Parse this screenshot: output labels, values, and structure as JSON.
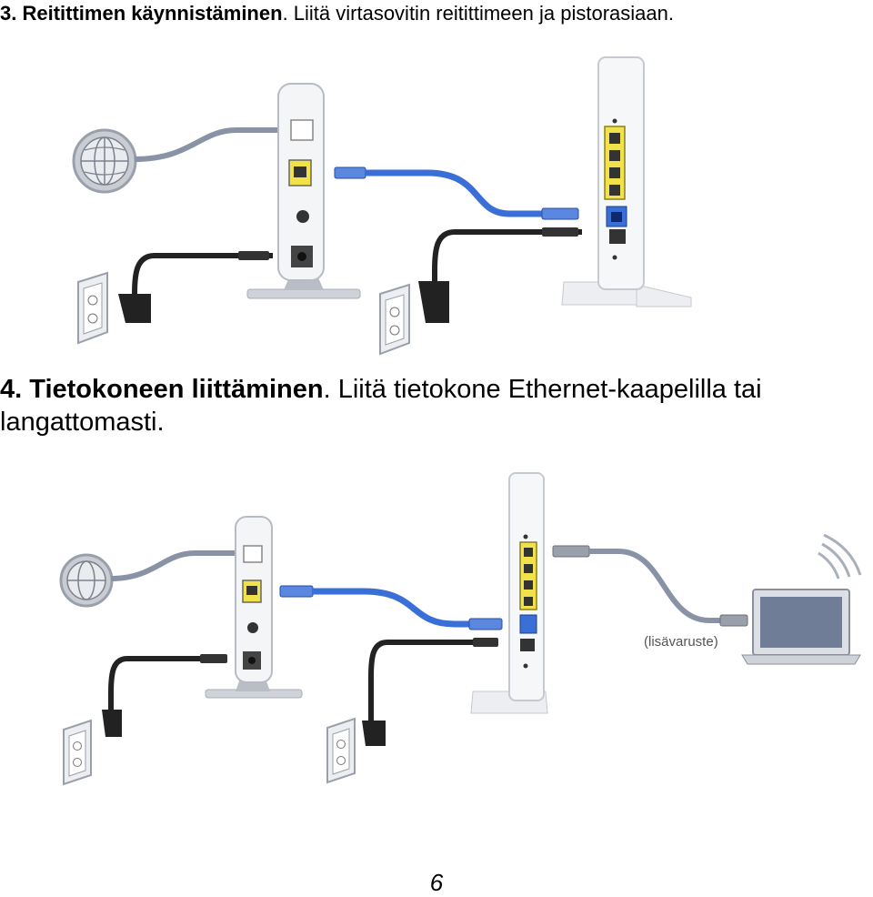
{
  "step3": {
    "number": "3.",
    "title": "Reitittimen käynnistäminen",
    "text": ". Liitä virtasovitin reitittimeen ja pistorasiaan."
  },
  "step4": {
    "number": "4.",
    "title": "Tietokoneen liittäminen",
    "text": ". Liitä tietokone Ethernet-kaapelilla tai langattomasti."
  },
  "illustration2": {
    "optional_label": "(lisävaruste)"
  },
  "page_number": "6",
  "colors": {
    "ethernet_blue": "#3a6fd8",
    "modem_cable_gray": "#8a93a6",
    "port_yellow": "#f2e24a",
    "power_cable": "#222222"
  },
  "icons": [
    "globe-icon",
    "modem",
    "router",
    "wall-outlet-icon",
    "laptop-icon",
    "wifi-waves-icon"
  ]
}
